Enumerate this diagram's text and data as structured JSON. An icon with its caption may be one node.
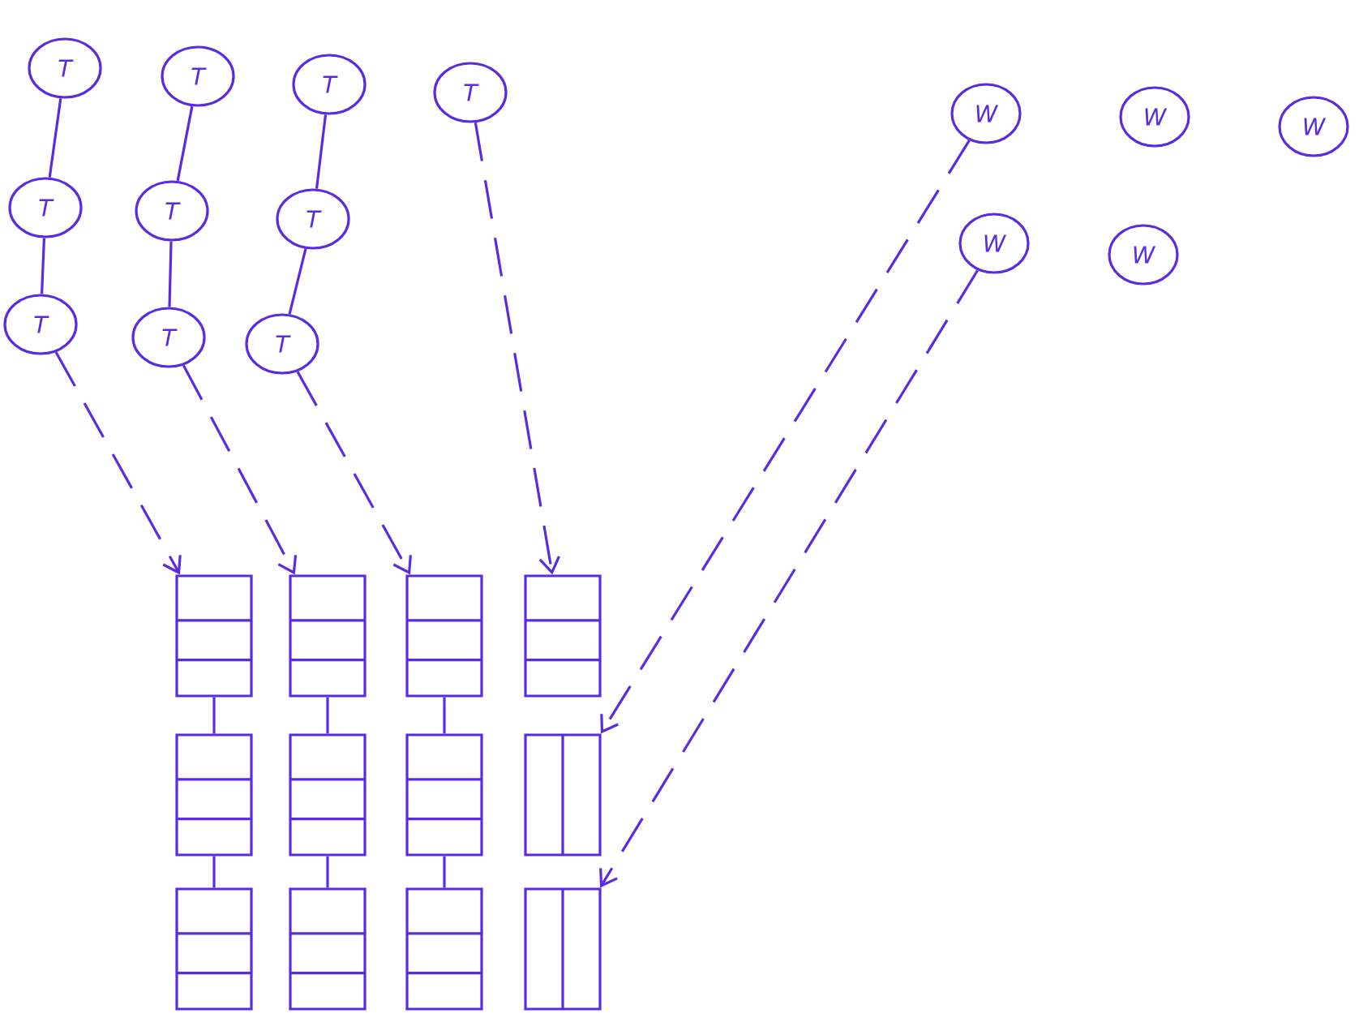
{
  "diagram": {
    "nodes": [
      {
        "text": [
          "T"
        ]
      },
      {
        "text": [
          "T"
        ]
      },
      {
        "text": [
          "T"
        ]
      },
      {
        "text": [
          "T"
        ]
      },
      {
        "text": [
          "T"
        ]
      },
      {
        "text": [
          "T"
        ]
      },
      {
        "text": [
          "T"
        ]
      },
      {
        "text": [
          "T"
        ]
      },
      {
        "text": [
          "T"
        ]
      },
      {
        "text": [
          "T"
        ]
      },
      {
        "text": [
          "W"
        ]
      },
      {
        "text": [
          "W"
        ]
      },
      {
        "text": [
          "W"
        ]
      },
      {
        "text": [
          "W"
        ]
      },
      {
        "text": [
          "W"
        ]
      },
      {
        "text": [],
        "shape": "box"
      },
      {
        "text": [],
        "shape": "box"
      },
      {
        "text": [],
        "shape": "box"
      },
      {
        "text": [],
        "shape": "box"
      },
      {
        "text": [],
        "shape": "box"
      },
      {
        "text": [],
        "shape": "box"
      },
      {
        "text": [],
        "shape": "box"
      },
      {
        "text": [],
        "shape": "box"
      },
      {
        "text": [],
        "shape": "box"
      },
      {
        "text": [],
        "shape": "box"
      },
      {
        "text": [],
        "shape": "box"
      },
      {
        "text": [],
        "shape": "box"
      }
    ],
    "edges": [
      {
        "from": 0,
        "to": 1,
        "arrow": "none"
      },
      {
        "from": 1,
        "to": 2,
        "arrow": "none"
      },
      {
        "from": 3,
        "to": 4,
        "arrow": "none"
      },
      {
        "from": 4,
        "to": 5,
        "arrow": "none"
      },
      {
        "from": 6,
        "to": 7,
        "arrow": "none"
      },
      {
        "from": 7,
        "to": 8,
        "arrow": "none"
      },
      {
        "from": 2,
        "to": 15,
        "arrow": "to",
        "style": "dashed"
      },
      {
        "from": 5,
        "to": 16,
        "arrow": "to",
        "style": "dashed"
      },
      {
        "from": 8,
        "to": 17,
        "arrow": "to",
        "style": "dashed"
      },
      {
        "from": 9,
        "to": 18,
        "arrow": "to",
        "style": "dashed"
      },
      {
        "from": 10,
        "to": 22,
        "arrow": "to",
        "style": "dashed"
      },
      {
        "from": 13,
        "to": 26,
        "arrow": "to",
        "style": "dashed"
      },
      {
        "from": 15,
        "to": 19,
        "arrow": "none"
      },
      {
        "from": 19,
        "to": 23,
        "arrow": "none"
      },
      {
        "from": 16,
        "to": 20,
        "arrow": "none"
      },
      {
        "from": 20,
        "to": 24,
        "arrow": "none"
      },
      {
        "from": 17,
        "to": 21,
        "arrow": "none"
      },
      {
        "from": 21,
        "to": 25,
        "arrow": "none"
      }
    ]
  }
}
